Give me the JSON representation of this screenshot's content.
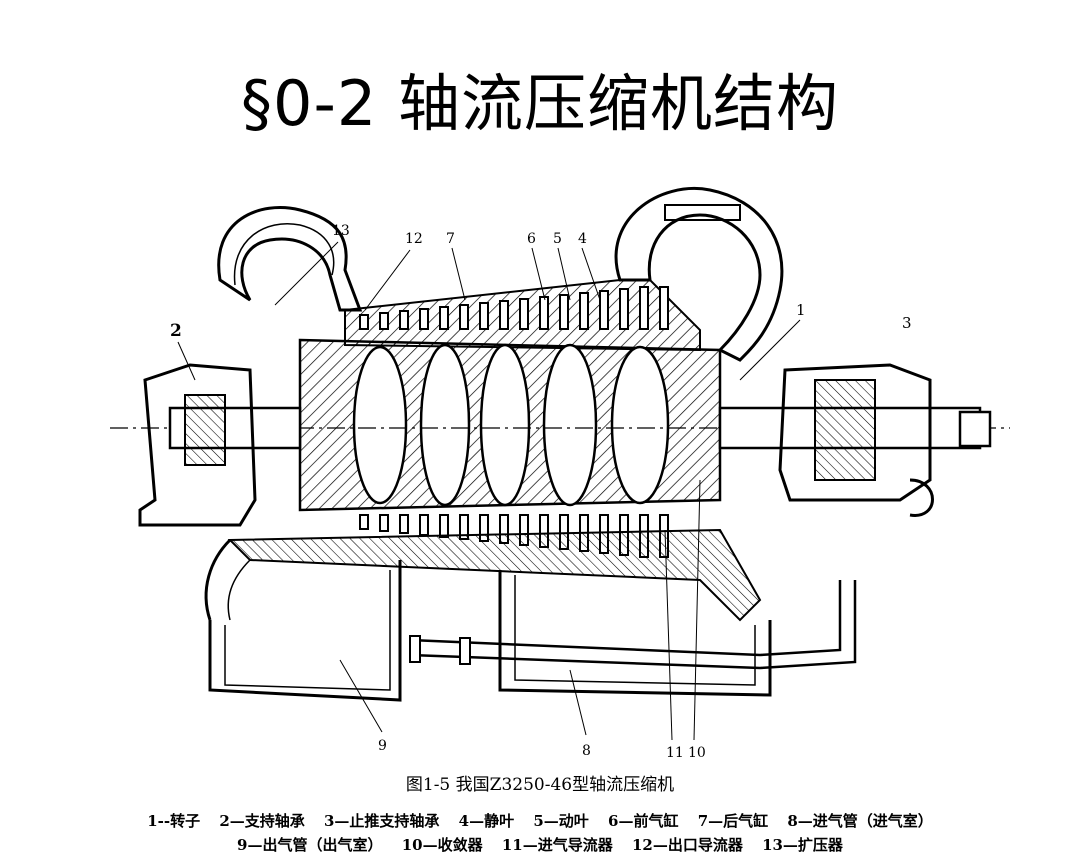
{
  "title": "§0-2 轴流压缩机结构",
  "figure": {
    "callouts": {
      "c1": "1",
      "c2": "2",
      "c3": "3",
      "c4": "4",
      "c5": "5",
      "c6": "6",
      "c7": "7",
      "c8": "8",
      "c9": "9",
      "c10": "10",
      "c11": "11",
      "c12": "12",
      "c13": "13"
    }
  },
  "caption": "图1-5   我国Z3250-46型轴流压缩机",
  "legend": {
    "line1": [
      "1--转子",
      "2—支持轴承",
      "3—止推支持轴承",
      "4—静叶",
      "5—动叶",
      "6—前气缸",
      "7—后气缸",
      "8—进气管（进气室）"
    ],
    "line2": [
      "9—出气管（出气室）",
      "10—收敛器",
      "11—进气导流器",
      "12—出口导流器",
      "13—扩压器"
    ]
  }
}
